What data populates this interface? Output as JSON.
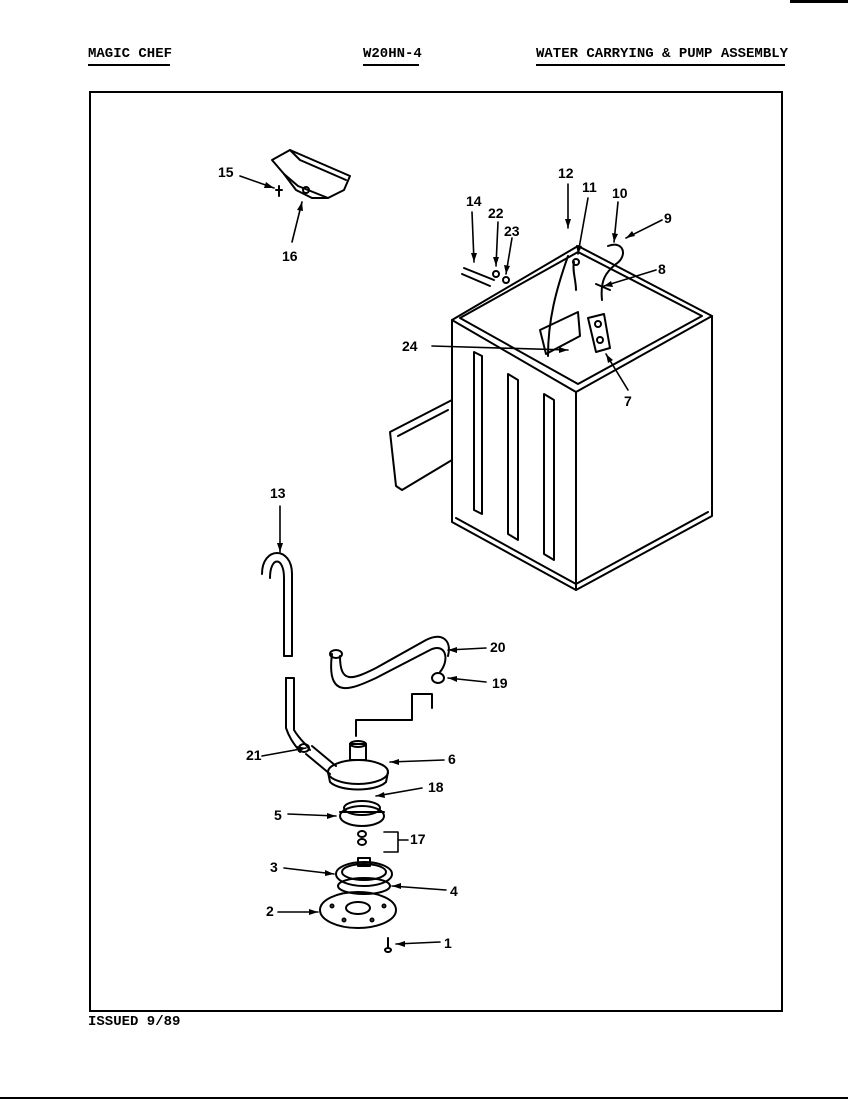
{
  "header": {
    "left": "MAGIC CHEF",
    "center": "W20HN-4",
    "right": "WATER CARRYING & PUMP ASSEMBLY"
  },
  "footer": {
    "issued": "ISSUED 9/89"
  },
  "callouts": {
    "c1": "1",
    "c2": "2",
    "c3": "3",
    "c4": "4",
    "c5": "5",
    "c6": "6",
    "c7": "7",
    "c8": "8",
    "c9": "9",
    "c10": "10",
    "c11": "11",
    "c12": "12",
    "c13": "13",
    "c14": "14",
    "c15": "15",
    "c16": "16",
    "c17": "17",
    "c18": "18",
    "c19": "19",
    "c20": "20",
    "c21": "21",
    "c22": "22",
    "c23": "23",
    "c24": "24"
  }
}
